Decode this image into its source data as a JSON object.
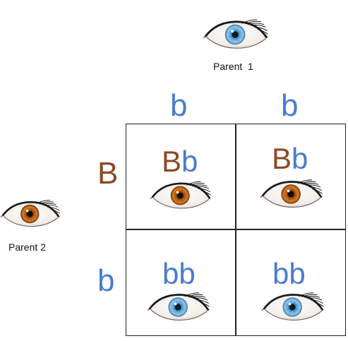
{
  "colors": {
    "dominant_allele": "#8b4a26",
    "recessive_allele": "#4a7bd0",
    "grid_line": "#222222",
    "brown_iris": "#b35a14",
    "blue_iris": "#6fb0e0"
  },
  "parent1": {
    "label": "Parent  1",
    "eye_color": "blue",
    "alleles": [
      "b",
      "b"
    ]
  },
  "parent2": {
    "label": "Parent 2",
    "eye_color": "brown",
    "alleles": [
      "B",
      "b"
    ]
  },
  "cells": [
    {
      "dominant": "B",
      "recessive": "b",
      "eye_color": "brown"
    },
    {
      "dominant": "B",
      "recessive": "b",
      "eye_color": "brown"
    },
    {
      "dominant": "",
      "recessive": "bb",
      "eye_color": "blue"
    },
    {
      "dominant": "",
      "recessive": "bb",
      "eye_color": "blue"
    }
  ],
  "icons": {
    "blue_eye": "blue-eye-icon",
    "brown_eye": "brown-eye-icon"
  }
}
